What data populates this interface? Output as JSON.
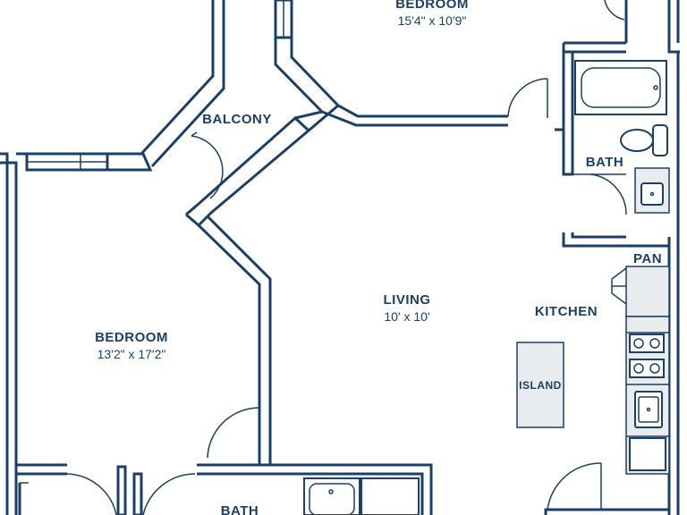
{
  "rooms": {
    "bedroom_top": {
      "name": "BEDROOM",
      "dims": "15'4\" x 10'9\""
    },
    "balcony": {
      "name": "BALCONY"
    },
    "bath_right": {
      "name": "BATH"
    },
    "pantry": {
      "name": "PAN"
    },
    "kitchen": {
      "name": "KITCHEN"
    },
    "living": {
      "name": "LIVING",
      "dims": "10' x 10'"
    },
    "bedroom_left": {
      "name": "BEDROOM",
      "dims": "13'2\" x 17'2\""
    },
    "island": {
      "name": "ISLAND"
    },
    "bath_bottom": {
      "name": "BATH"
    }
  },
  "colors": {
    "wall": "#1b3f66",
    "counter": "#e9ecef"
  }
}
